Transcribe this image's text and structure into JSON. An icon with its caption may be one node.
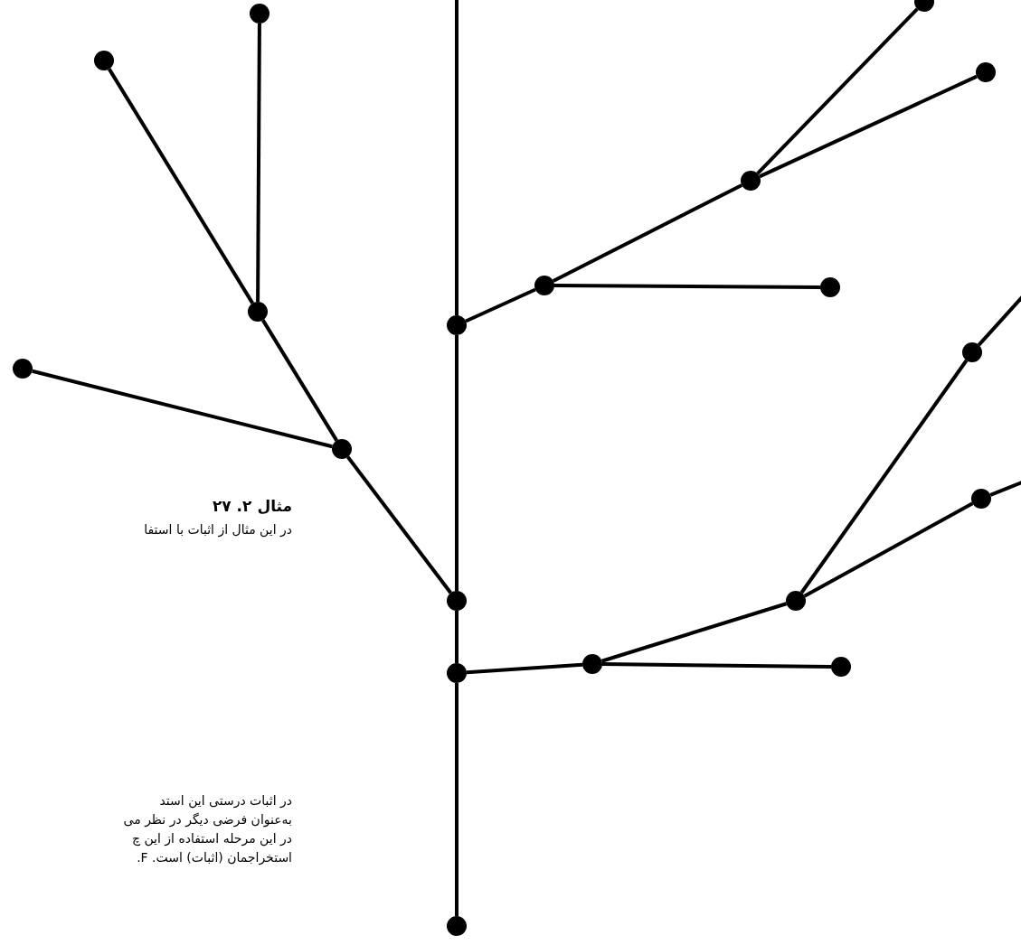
{
  "diagram": {
    "nodes": [
      {
        "text": [],
        "shape": "circle"
      },
      {
        "text": [],
        "shape": "circle"
      },
      {
        "text": [],
        "shape": "circle"
      },
      {
        "text": [],
        "shape": "circle"
      },
      {
        "text": [],
        "shape": "circle"
      },
      {
        "text": [],
        "shape": "circle"
      },
      {
        "text": [],
        "shape": "circle"
      },
      {
        "text": [],
        "shape": "circle"
      },
      {
        "text": [],
        "shape": "circle"
      },
      {
        "text": [],
        "shape": "circle"
      },
      {
        "text": [],
        "shape": "circle"
      },
      {
        "text": [],
        "shape": "circle"
      },
      {
        "text": [],
        "shape": "circle"
      },
      {
        "text": [],
        "shape": "circle"
      },
      {
        "text": [],
        "shape": "circle"
      },
      {
        "text": [],
        "shape": "circle"
      },
      {
        "text": [],
        "shape": "circle"
      },
      {
        "text": [],
        "shape": "circle"
      },
      {
        "text": [],
        "shape": "circle"
      }
    ],
    "edges": [
      {
        "from": null,
        "to": 0,
        "arrow": "none"
      },
      {
        "from": 0,
        "to": 6,
        "arrow": "none"
      },
      {
        "from": 6,
        "to": 7,
        "arrow": "none"
      },
      {
        "from": 7,
        "to": 8,
        "arrow": "none"
      },
      {
        "from": 0,
        "to": 1,
        "arrow": "none"
      },
      {
        "from": 1,
        "to": 2,
        "arrow": "none"
      },
      {
        "from": 2,
        "to": 3,
        "arrow": "none"
      },
      {
        "from": 2,
        "to": 4,
        "arrow": "none"
      },
      {
        "from": 1,
        "to": 5,
        "arrow": "none"
      },
      {
        "from": 7,
        "to": 9,
        "arrow": "none"
      },
      {
        "from": 9,
        "to": 10,
        "arrow": "none"
      },
      {
        "from": 9,
        "to": 11,
        "arrow": "none"
      },
      {
        "from": 11,
        "to": 12,
        "arrow": "none"
      },
      {
        "from": 12,
        "to": null,
        "arrow": "none"
      },
      {
        "from": 11,
        "to": 13,
        "arrow": "none"
      },
      {
        "from": 13,
        "to": null,
        "arrow": "none"
      },
      {
        "from": 6,
        "to": 17,
        "arrow": "none"
      },
      {
        "from": 17,
        "to": 14,
        "arrow": "none"
      },
      {
        "from": 14,
        "to": 15,
        "arrow": "none"
      },
      {
        "from": 14,
        "to": 16,
        "arrow": "none"
      },
      {
        "from": 17,
        "to": 18,
        "arrow": "none"
      }
    ],
    "labels": [
      "مثال ۲. ۲۷",
      "در این مثال از اثبات با استفا",
      "در اثبات درستی این استد",
      "به‌عنوان فرضی دیگر در نظر می",
      "در این مرحله استفاده از این چ",
      "استخراجمان (اثبات) است. F."
    ]
  }
}
